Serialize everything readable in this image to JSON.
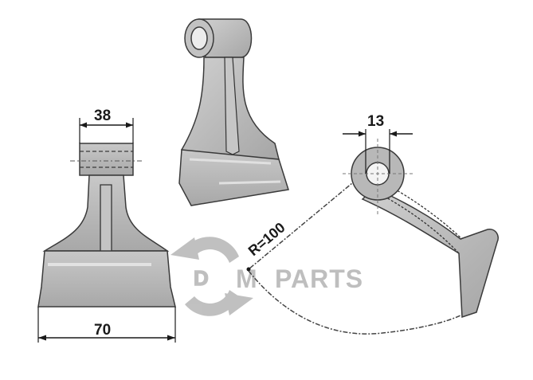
{
  "diagram": {
    "subject": "Flail mower hammer blade technical drawing",
    "views": [
      "front-view",
      "perspective-view",
      "side-profile-view"
    ],
    "dimensions": {
      "top_width": "38",
      "bottom_width": "70",
      "bore_diameter": "13",
      "swing_radius": "R=100"
    },
    "colors": {
      "steel_fill": "#b4b4b4",
      "steel_light": "#d2d2d2",
      "outline": "#3a3a3a",
      "dimension_line": "#1a1a1a",
      "watermark": "#8a8a8a"
    }
  },
  "watermark": {
    "logo_letter": "D",
    "text_m": "M",
    "text_parts": "PARTS"
  }
}
